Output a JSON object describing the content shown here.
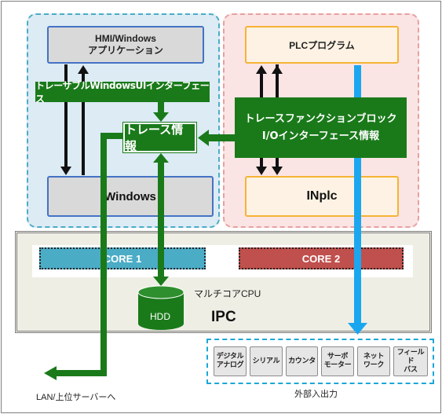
{
  "blocks": {
    "hmi_line1": "HMI/Windows",
    "hmi_line2": "アプリケーション",
    "windows": "Windows",
    "plc": "PLCプログラム",
    "inplc": "INplc"
  },
  "green": {
    "trace_ui": "トレーサブルWindowsUIインターフェース",
    "trace_info": "トレース情報",
    "block_line1": "トレースファンクションブロック",
    "block_line2": "I/Oインターフェース情報"
  },
  "ipc": {
    "core1": "CORE 1",
    "core2": "CORE 2",
    "cpu": "マルチコアCPU",
    "label": "IPC",
    "hdd": "HDD"
  },
  "io": {
    "label": "外部入出力",
    "items": [
      {
        "line1": "デジタル",
        "line2": "アナログ"
      },
      {
        "line1": "シリアル",
        "line2": ""
      },
      {
        "line1": "カウンタ",
        "line2": ""
      },
      {
        "line1": "サーボ",
        "line2": "モーター"
      },
      {
        "line1": "ネット",
        "line2": "ワーク"
      },
      {
        "line1": "フィールド",
        "line2": "バス"
      }
    ]
  },
  "lan": "LAN/上位サーバーへ",
  "colors": {
    "green": "#1a7a1a",
    "blue_arrow": "#1ba7f0",
    "core1": "#4bacc6",
    "core2": "#c0504d"
  }
}
